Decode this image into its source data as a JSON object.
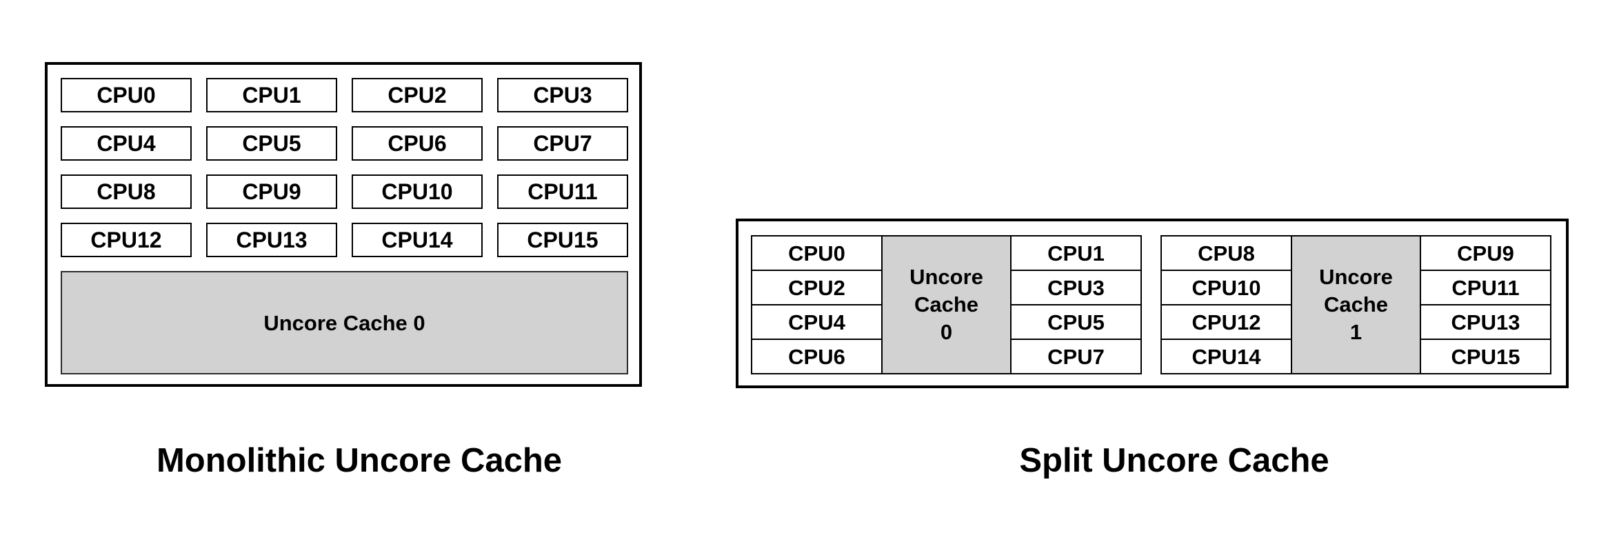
{
  "colors": {
    "uncore_cache_fill": "#d2d2d2",
    "border": "#000000",
    "background": "#ffffff"
  },
  "monolithic": {
    "caption": "Monolithic Uncore Cache",
    "cpus": [
      "CPU0",
      "CPU1",
      "CPU2",
      "CPU3",
      "CPU4",
      "CPU5",
      "CPU6",
      "CPU7",
      "CPU8",
      "CPU9",
      "CPU10",
      "CPU11",
      "CPU12",
      "CPU13",
      "CPU14",
      "CPU15"
    ],
    "cache_label": "Uncore Cache 0"
  },
  "split": {
    "caption": "Split Uncore Cache",
    "groups": [
      {
        "left_cpus": [
          "CPU0",
          "CPU2",
          "CPU4",
          "CPU6"
        ],
        "cache_lines": [
          "Uncore",
          "Cache",
          "0"
        ],
        "right_cpus": [
          "CPU1",
          "CPU3",
          "CPU5",
          "CPU7"
        ]
      },
      {
        "left_cpus": [
          "CPU8",
          "CPU10",
          "CPU12",
          "CPU14"
        ],
        "cache_lines": [
          "Uncore",
          "Cache",
          "1"
        ],
        "right_cpus": [
          "CPU9",
          "CPU11",
          "CPU13",
          "CPU15"
        ]
      }
    ]
  }
}
